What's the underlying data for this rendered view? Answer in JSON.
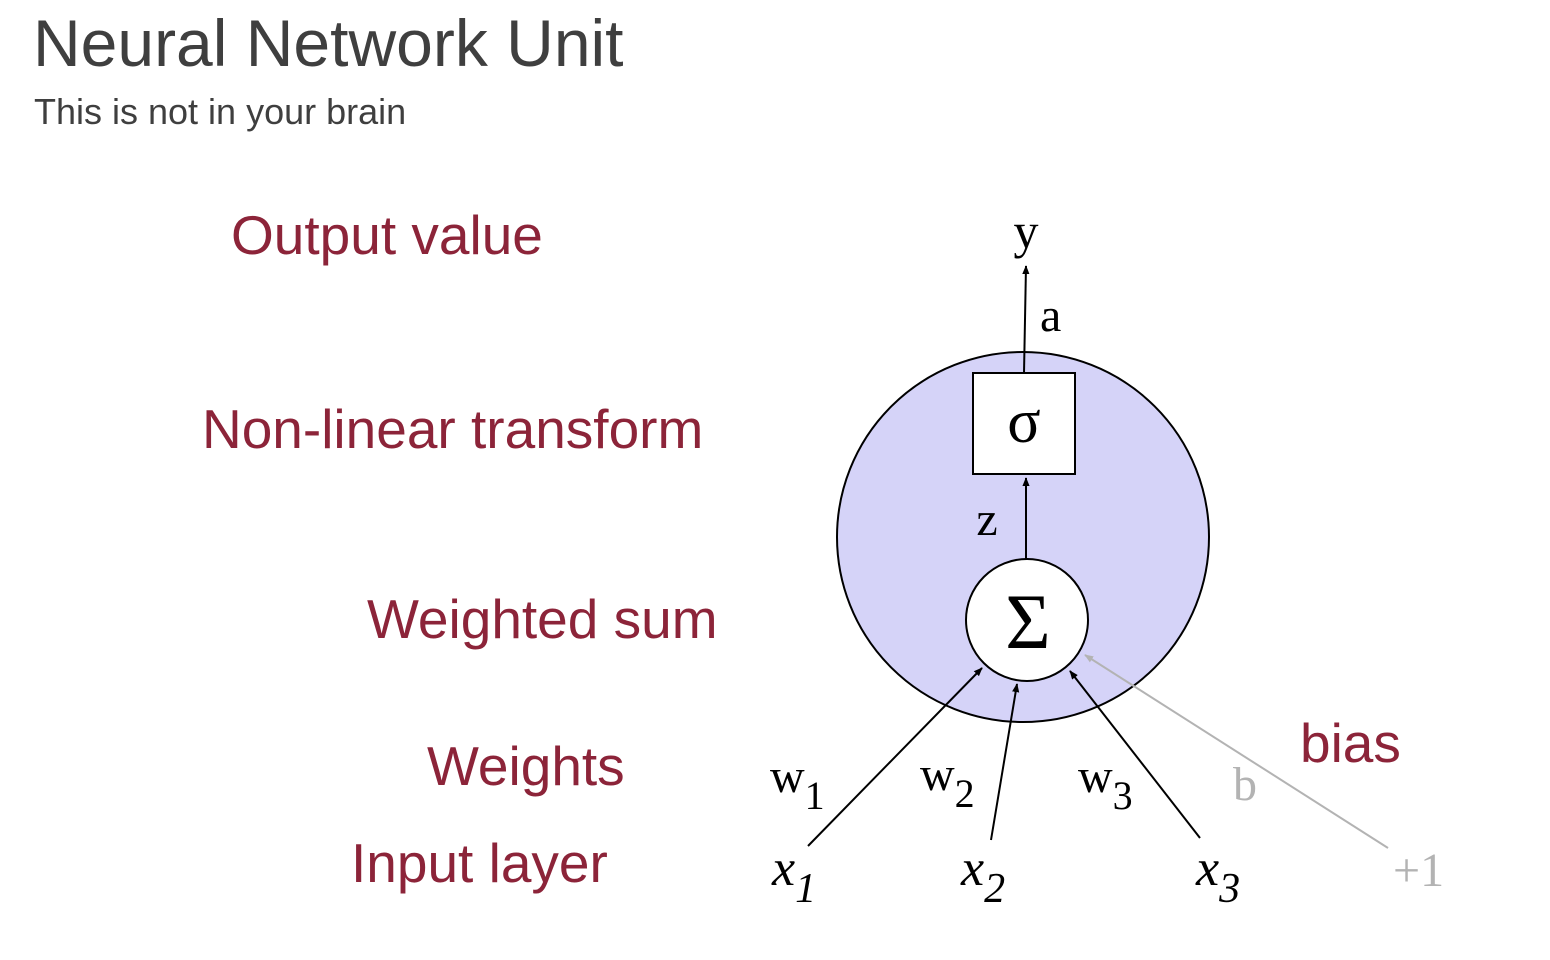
{
  "slide": {
    "title": "Neural Network Unit",
    "subtitle": "This is not in your brain"
  },
  "labels": {
    "output_value": "Output value",
    "non_linear_transform": "Non-linear transform",
    "weighted_sum": "Weighted sum",
    "weights": "Weights",
    "input_layer": "Input layer",
    "bias": "bias"
  },
  "diagram": {
    "output": "y",
    "activation": "a",
    "sigmoid_symbol": "σ",
    "z": "z",
    "sum_symbol": "Σ",
    "weights": [
      {
        "name": "w",
        "sub": "1"
      },
      {
        "name": "w",
        "sub": "2"
      },
      {
        "name": "w",
        "sub": "3"
      }
    ],
    "inputs": [
      {
        "name": "x",
        "sub": "1"
      },
      {
        "name": "x",
        "sub": "2"
      },
      {
        "name": "x",
        "sub": "3"
      }
    ],
    "bias_symbol": "b",
    "bias_input": "+1"
  },
  "colors": {
    "label_color": "#8c2439",
    "unit_fill": "#d5d3f8",
    "bias_gray": "#b3b3b3",
    "title_gray": "#3f3f3f",
    "line": "#000000"
  }
}
